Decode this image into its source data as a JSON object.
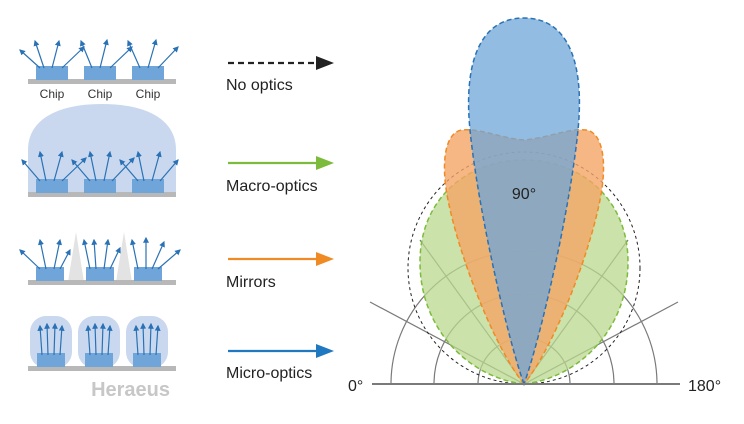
{
  "chip_label": "Chip",
  "brand": "Heraeus",
  "rows": [
    {
      "label": "No optics",
      "arrow_color": "#222222",
      "dashed": true
    },
    {
      "label": "Macro-optics",
      "arrow_color": "#7cbb3c",
      "dashed": false
    },
    {
      "label": "Mirrors",
      "arrow_color": "#f08a24",
      "dashed": false
    },
    {
      "label": "Micro-optics",
      "arrow_color": "#1f78c0",
      "dashed": false
    }
  ],
  "polar": {
    "label_0": "0°",
    "label_90": "90°",
    "label_180": "180°"
  },
  "colors": {
    "chip_fill": "#6fa5d8",
    "ray_blue": "#2a72b5",
    "substrate": "#b8b8b8",
    "dome_fill": "#c9d8ef",
    "lobe_blue": "#6fa5d8",
    "lobe_orange": "#f4a565",
    "lobe_green": "#b9d98e",
    "grid": "#7a7a7a"
  }
}
